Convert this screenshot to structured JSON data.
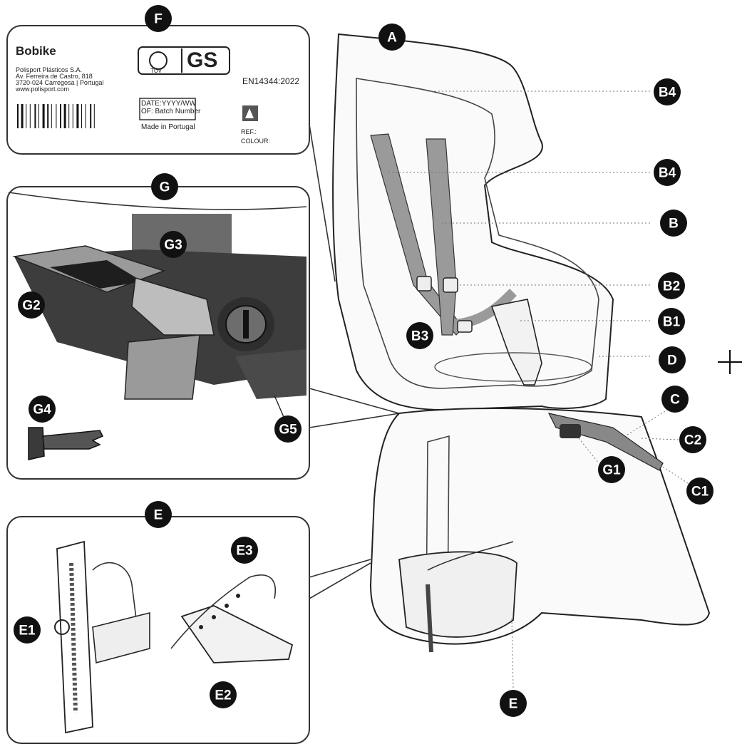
{
  "label_panel": {
    "brand": "Bobike",
    "address_lines": [
      "Polisport Plásticos S.A.",
      "Av. Ferreira de Castro, 818",
      "3720-024 Carregosa | Portugal",
      "www.polisport.com"
    ],
    "certification_logos": [
      "TÜV",
      "GS"
    ],
    "standard": "EN14344:2022",
    "date_format": "DATE:YYYY/WW",
    "batch": "OF: Batch Number",
    "made_in": "Made in Portugal",
    "ref": "REF.:",
    "colour": "COLOUR:"
  },
  "callouts": {
    "F": "F",
    "G": "G",
    "G1": "G1",
    "G2": "G2",
    "G3": "G3",
    "G4": "G4",
    "G5": "G5",
    "A": "A",
    "B": "B",
    "B1": "B1",
    "B2": "B2",
    "B3": "B3",
    "B4_top": "B4",
    "B4_mid": "B4",
    "C": "C",
    "C1": "C1",
    "C2": "C2",
    "D": "D",
    "E_inset": "E",
    "E_main": "E",
    "E1": "E1",
    "E2": "E2",
    "E3": "E3"
  },
  "icons": [
    "crosshair-plus-icon",
    "barcode",
    "warning-pictogram",
    "key-icon",
    "lock-cylinder"
  ]
}
